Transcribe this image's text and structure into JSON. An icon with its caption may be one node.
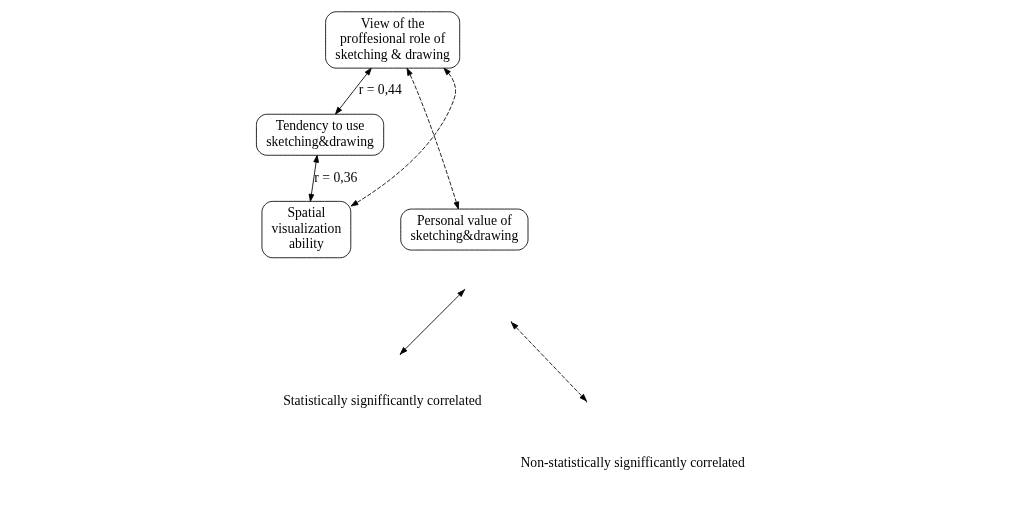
{
  "diagram": {
    "nodes": [
      {
        "text": [
          "View of the proffesional role of sketching & drawing"
        ]
      },
      {
        "text": [
          "Tendency to use sketching&drawing"
        ]
      },
      {
        "text": [
          "Personal value of sketching&drawing"
        ]
      },
      {
        "text": [
          "Spatial visualization ability"
        ]
      }
    ],
    "edges": [
      {
        "from": 0,
        "to": 1,
        "arrow": "both",
        "label": "r = 0,44"
      },
      {
        "from": 1,
        "to": 3,
        "arrow": "both",
        "label": "r = 0,36"
      },
      {
        "from": 0,
        "to": 2,
        "arrow": "both",
        "style": "dashed"
      },
      {
        "from": 0,
        "to": 3,
        "arrow": "both",
        "style": "dashed"
      }
    ],
    "legend": [
      {
        "text": "Statistically signifficantly correlated"
      },
      {
        "text": "Non-statistically signifficantly correlated"
      }
    ]
  }
}
